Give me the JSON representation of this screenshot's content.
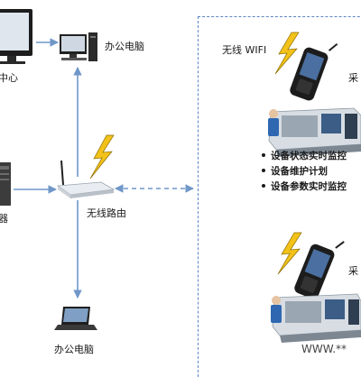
{
  "labels": {
    "office_pc_top": "办公电脑",
    "center_left": "中心",
    "server_left": "器",
    "router": "无线路由",
    "office_pc_bottom": "办公电脑",
    "wifi": "无线 WIFI",
    "collect_top": "采",
    "collect_bottom": "采",
    "watermark": "WWW.**"
  },
  "bullets": [
    "设备状态实时监控",
    "设备维护计划",
    "设备参数实时监控"
  ],
  "colors": {
    "arrow": "#6f97c8",
    "dashed_border": "#5b86c4",
    "lightning": "#f2c21a",
    "lightning_stroke": "#8a6b00"
  },
  "icons": [
    "monitor-icon",
    "desktop-pc-icon",
    "server-icon",
    "router-icon",
    "laptop-icon",
    "handheld-terminal-icon",
    "cnc-machine-icon",
    "lightning-icon"
  ]
}
